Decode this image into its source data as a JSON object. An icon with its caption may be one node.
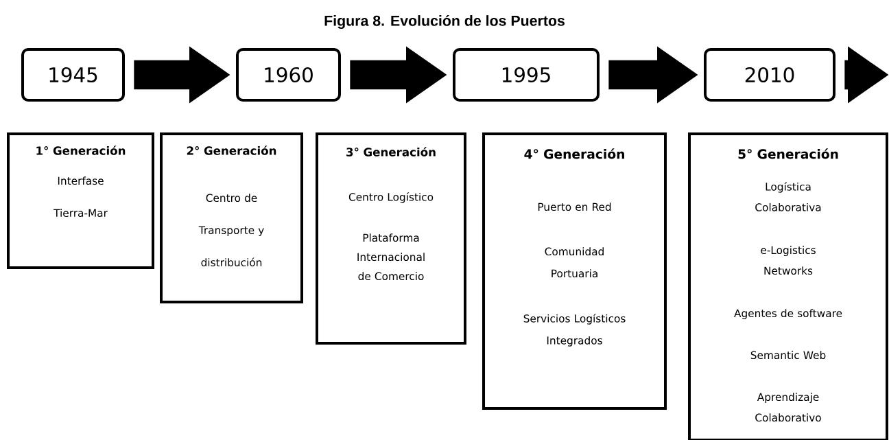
{
  "diagram": {
    "title": "Figura 8. Evolución de los Puertos",
    "nodes": [
      {
        "text": [
          "1945"
        ]
      },
      {
        "text": [
          "1960"
        ]
      },
      {
        "text": [
          "1995"
        ]
      },
      {
        "text": [
          "2010"
        ]
      },
      {
        "text": [
          "1° Generación",
          "Interfase Tierra-Mar"
        ]
      },
      {
        "text": [
          "2° Generación",
          "Centro de Transporte y distribución"
        ]
      },
      {
        "text": [
          "3° Generación",
          "Centro Logístico",
          "Plataforma Internacional de Comercio"
        ]
      },
      {
        "text": [
          "4° Generación",
          "Puerto en Red",
          "Comunidad Portuaria",
          "Servicios Logísticos Integrados"
        ]
      },
      {
        "text": [
          "5° Generación",
          "Logística Colaborativa",
          "e-Logistics Networks",
          "Agentes de software",
          "Semantic Web",
          "Aprendizaje Colaborativo"
        ]
      }
    ],
    "edges": [
      {
        "from": 0,
        "to": 1,
        "arrow": "to"
      },
      {
        "from": 1,
        "to": 2,
        "arrow": "to"
      },
      {
        "from": 2,
        "to": 3,
        "arrow": "to"
      },
      {
        "from": 3,
        "to": null,
        "arrow": "to"
      }
    ]
  }
}
